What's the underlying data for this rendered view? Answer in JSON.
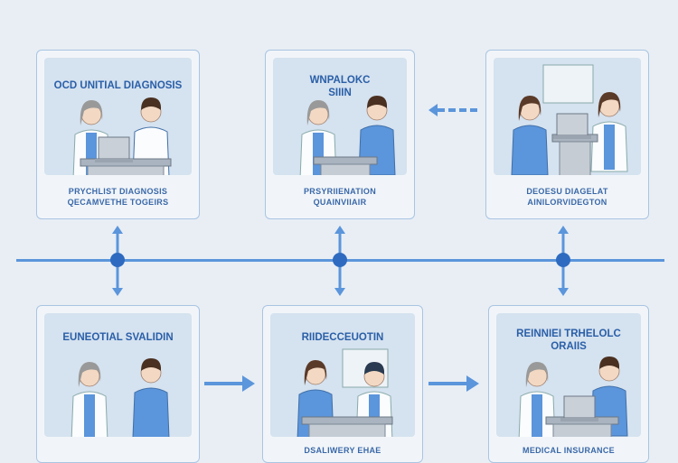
{
  "cards_top": [
    {
      "title": "OCD UNITIAL DIAGNOSIS",
      "caption_lines": [
        "PRYCHLIST DIAGNOSIS",
        "QECAMVETHE TOGEIRS"
      ]
    },
    {
      "title_lines": [
        "WNPALOKC",
        "SIIIN"
      ],
      "caption_lines": [
        "PRSYRIIENATION",
        "QUAINVIIAIR"
      ]
    },
    {
      "caption_lines": [
        "DEOESU DIAGELAT",
        "AINILORVIDEGTON"
      ]
    }
  ],
  "cards_bottom": [
    {
      "title": "EUNEOTIAL SVALIDIN"
    },
    {
      "title": "RIIDECCEUOTIN",
      "caption": "DSALIWERY EHAE"
    },
    {
      "title_lines": [
        "REINNIEI TRHELOLC",
        "ORAIIS"
      ],
      "caption": "MEDICAL INSURANCE"
    }
  ],
  "colors": {
    "accent": "#2e6bc0",
    "line": "#5b95db",
    "card_border": "#a9c4e2",
    "title": "#2a5fa8"
  }
}
